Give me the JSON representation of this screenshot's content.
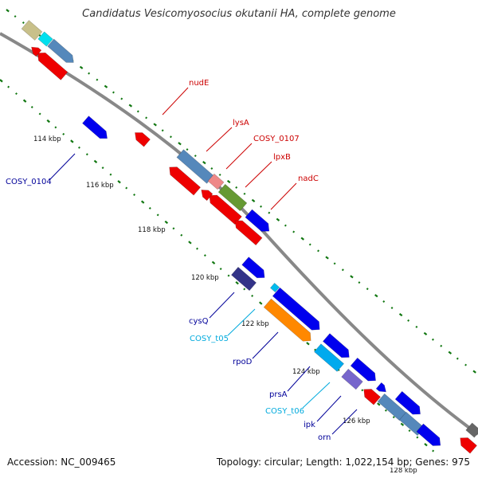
{
  "title": "Candidatus Vesicomyosocius okutanii HA, complete genome",
  "footer": {
    "accession": "Accession: NC_009465",
    "summary": "Topology: circular; Length: 1,022,154 bp; Genes: 975"
  },
  "colors": {
    "backbone": "#888888",
    "forward_cds": "#0000ee",
    "reverse_cds": "#ee0000",
    "trna": "#00bbee",
    "gc_tick": "#117711",
    "label_forward": "#000099",
    "label_reverse": "#cc0000",
    "label_trna": "#00aadd"
  },
  "kbp_ticks": [
    "114 kbp",
    "116 kbp",
    "118 kbp",
    "120 kbp",
    "122 kbp",
    "124 kbp",
    "126 kbp",
    "128 kbp"
  ],
  "gene_labels": [
    {
      "text": "nudE",
      "color": "#cc0000"
    },
    {
      "text": "lysA",
      "color": "#cc0000"
    },
    {
      "text": "COSY_0107",
      "color": "#cc0000"
    },
    {
      "text": "lpxB",
      "color": "#cc0000"
    },
    {
      "text": "nadC",
      "color": "#cc0000"
    },
    {
      "text": "COSY_0104",
      "color": "#000099"
    },
    {
      "text": "cysQ",
      "color": "#000099"
    },
    {
      "text": "COSY_t05",
      "color": "#00aadd"
    },
    {
      "text": "rpoD",
      "color": "#000099"
    },
    {
      "text": "prsA",
      "color": "#000099"
    },
    {
      "text": "COSY_t06",
      "color": "#00aadd"
    },
    {
      "text": "ipk",
      "color": "#000099"
    },
    {
      "text": "orn",
      "color": "#000099"
    }
  ]
}
